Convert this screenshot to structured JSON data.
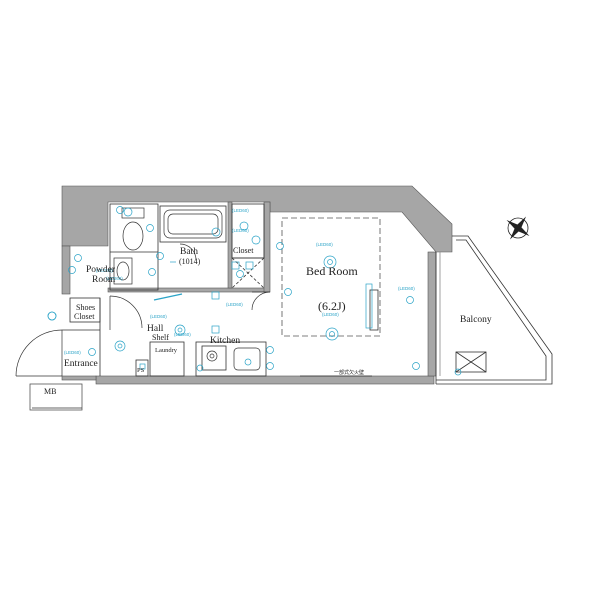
{
  "rooms": {
    "bath": {
      "name": "Bath",
      "size": "(1014)"
    },
    "closet": "Closet",
    "bedroom": {
      "name": "Bed Room",
      "size": "(6.2J)"
    },
    "powder": {
      "line1": "Powder",
      "line2": "Room"
    },
    "shoes": {
      "line1": "Shoes",
      "line2": "Closet"
    },
    "hall": "Hall",
    "shelf": "Shelf",
    "kitchen": "Kitchen",
    "laundry": "Laundry",
    "ps": "PS",
    "entrance": "Entrance",
    "mb": "MB",
    "balcony": "Balcony"
  },
  "notes": {
    "wall_note": "一部式欠火壁"
  },
  "colors": {
    "wall": "#a6a6a6",
    "line": "#333333",
    "fixture": "#2aa3c7",
    "dash": "#555555"
  },
  "icons": [
    "compass-icon",
    "ceiling-light-icon",
    "outlet-icon",
    "switch-icon",
    "washbasin-icon",
    "toilet-icon",
    "bathtub-icon",
    "stove-icon",
    "sink-icon",
    "aircon-icon"
  ]
}
